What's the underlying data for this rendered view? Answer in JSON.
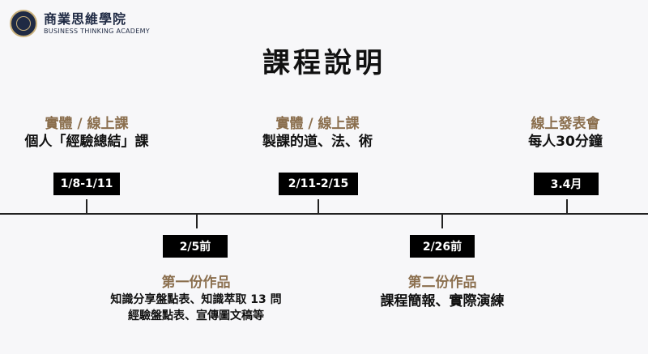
{
  "header": {
    "logo_title": "商業思維學院",
    "logo_subtitle": "BUSINESS THINKING ACADEMY",
    "logo_icon": "academy-emblem"
  },
  "page_title": "課程說明",
  "colors": {
    "accent": "#8b6f4e",
    "brand": "#1f2a44",
    "box": "#000000"
  },
  "milestones": [
    {
      "date": "1/8-1/11",
      "title": "實體 / 線上課",
      "desc": [
        "個人「經驗總結」課"
      ]
    },
    {
      "date": "2/5前",
      "title": "第一份作品",
      "desc": [
        "知識分享盤點表、知識萃取 13 問",
        "經驗盤點表、宣傳圖文稿等"
      ]
    },
    {
      "date": "2/11-2/15",
      "title": "實體 / 線上課",
      "desc": [
        "製課的道、法、術"
      ]
    },
    {
      "date": "2/26前",
      "title": "第二份作品",
      "desc": [
        "課程簡報、實際演練"
      ]
    },
    {
      "date": "3.4月",
      "title": "線上發表會",
      "desc": [
        "每人30分鐘"
      ]
    }
  ]
}
